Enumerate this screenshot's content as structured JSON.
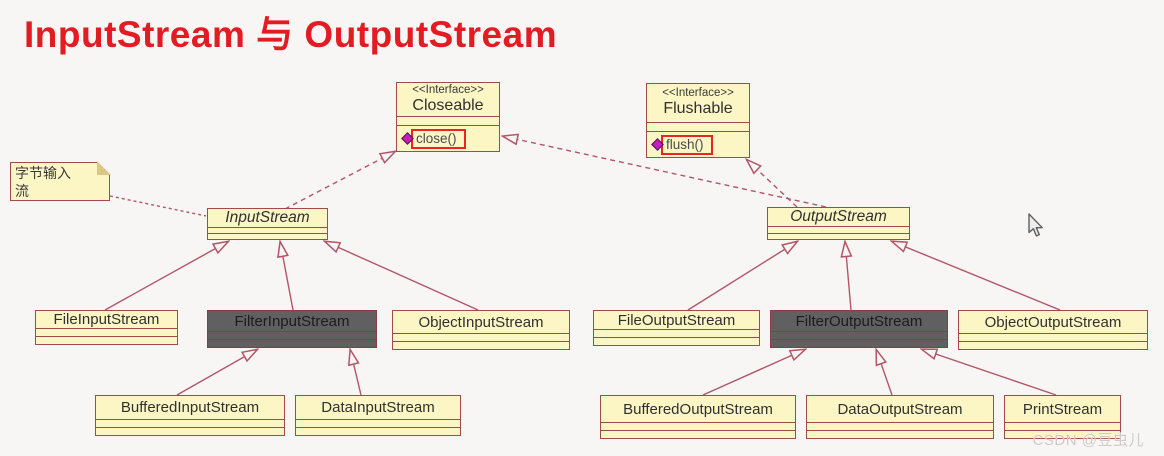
{
  "title": "InputStream 与 OutputStream",
  "note": {
    "text": "字节输入流"
  },
  "interfaces": {
    "closeable": {
      "stereotype": "<<Interface>>",
      "name": "Closeable",
      "method": "close()"
    },
    "flushable": {
      "stereotype": "<<Interface>>",
      "name": "Flushable",
      "method": "flush()"
    }
  },
  "classes": {
    "input_stream": {
      "name": "InputStream",
      "abstract": true
    },
    "output_stream": {
      "name": "OutputStream",
      "abstract": true
    },
    "file_input_stream": {
      "name": "FileInputStream"
    },
    "filter_input_stream": {
      "name": "FilterInputStream",
      "emphasis": "dark"
    },
    "object_input_stream": {
      "name": "ObjectInputStream"
    },
    "buffered_input_stream": {
      "name": "BufferedInputStream"
    },
    "data_input_stream": {
      "name": "DataInputStream"
    },
    "file_output_stream": {
      "name": "FileOutputStream"
    },
    "filter_output_stream": {
      "name": "FilterOutputStream",
      "emphasis": "dark"
    },
    "object_output_stream": {
      "name": "ObjectOutputStream"
    },
    "buffered_output_stream": {
      "name": "BufferedOutputStream"
    },
    "data_output_stream": {
      "name": "DataOutputStream"
    },
    "print_stream": {
      "name": "PrintStream"
    }
  },
  "watermark": "CSDN @豆虫儿",
  "colors": {
    "title_red": "#e31b22",
    "box_fill": "#fcf6c5",
    "box_border": "#a04a4e",
    "dark_box_fill": "#606060",
    "connector_line": "#b25568",
    "highlight_red": "#e8261f",
    "method_diamond": "#c21fc2"
  }
}
